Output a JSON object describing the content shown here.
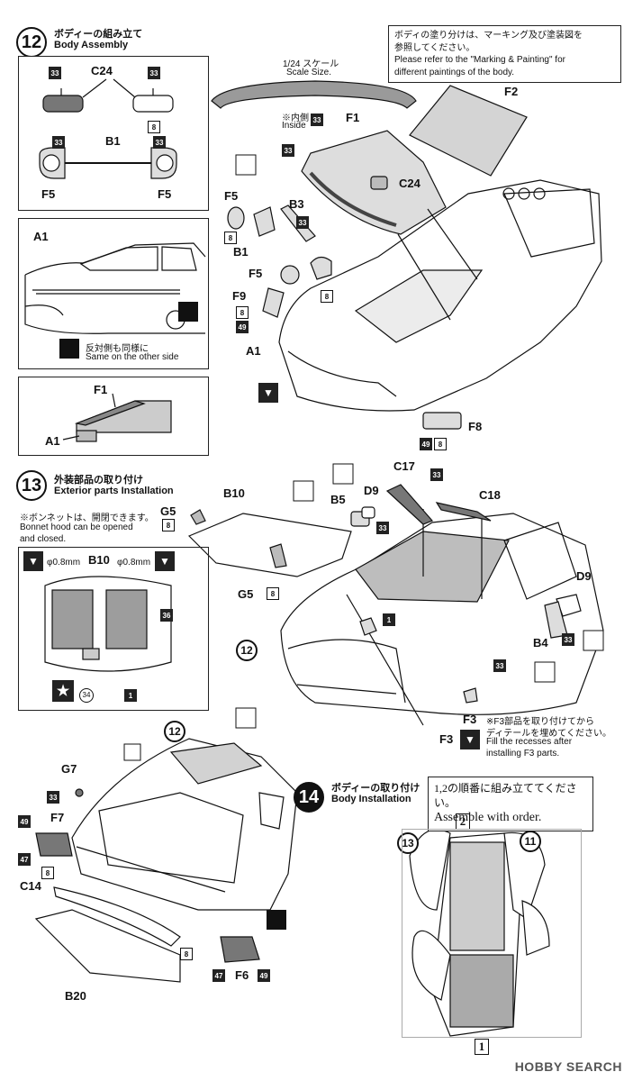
{
  "step12": {
    "number": "12",
    "title_jp": "ボディーの組み立て",
    "title_en": "Body Assembly",
    "note_jp_1": "ボディの塗り分けは、マーキング及び塗装図を",
    "note_jp_2": "参照してください。",
    "note_en_1": "Please refer to the \"Marking & Painting\" for",
    "note_en_2": "different paintings of the body.",
    "scale_jp": "1/24 スケール",
    "scale_en": "Scale Size.",
    "inside_jp": "※内側",
    "inside_en": "Inside",
    "other_side_jp": "反対側も同様に",
    "other_side_en": "Same on the other side",
    "labels": {
      "c24": "C24",
      "b1": "B1",
      "f5": "F5",
      "a1": "A1",
      "f1": "F1",
      "f2": "F2",
      "b3": "B3",
      "f9": "F9",
      "f8": "F8"
    },
    "paint": {
      "p33": "33",
      "p8": "8",
      "p49": "49"
    }
  },
  "step13": {
    "number": "13",
    "title_jp": "外装部品の取り付け",
    "title_en": "Exterior parts Installation",
    "note_jp": "※ボンネットは、開閉できます。",
    "note_en_1": "Bonnet hood can be opened",
    "note_en_2": "and closed.",
    "drill_1": "φ0.8mm",
    "drill_2": "φ0.8mm",
    "f3_note_jp_1": "※F3部品を取り付けてから",
    "f3_note_jp_2": "ディテールを埋めてください。",
    "f3_note_en_1": "Fill the recesses after",
    "f3_note_en_2": "installing F3 parts.",
    "labels": {
      "b10": "B10",
      "g5": "G5",
      "b5": "B5",
      "d9": "D9",
      "c17": "C17",
      "c18": "C18",
      "b4": "B4",
      "f3": "F3",
      "step_ref": "12"
    },
    "paint": {
      "p36": "36",
      "p34": "34",
      "p1": "1"
    }
  },
  "lower": {
    "labels": {
      "step_ref": "12",
      "g7": "G7",
      "f7": "F7",
      "c14": "C14",
      "b20": "B20",
      "f6": "F6"
    },
    "paint": {
      "p47": "47"
    }
  },
  "step14": {
    "number": "14",
    "title_jp": "ボディーの取り付け",
    "title_en": "Body Installation",
    "note_jp": "1,2の順番に組み立ててください。",
    "note_en": "Assemble with order.",
    "order_1": "1",
    "order_2": "2",
    "ref_13": "13",
    "ref_11": "11"
  },
  "watermark": "HOBBY SEARCH"
}
